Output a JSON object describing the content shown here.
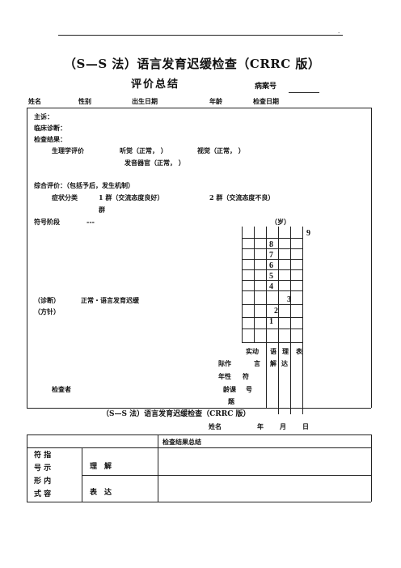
{
  "header": {
    "mark": "."
  },
  "doc": {
    "title": "（S—S 法）语言发育迟缓检查（CRRC 版）",
    "subtitle": "评价总结",
    "record_label": "病案号"
  },
  "info_row": [
    "姓名",
    "性别",
    "出生日期",
    "年龄",
    "检查日期"
  ],
  "body": {
    "complaint": "主诉：",
    "diagnosis": "临床诊断：",
    "results": "检查结果：",
    "physio_label": "生理学评价",
    "hearing": "听觉（正常，   ）",
    "vision": "视觉（正常，   ）",
    "speech_organ": "发音器官（正常，   ）",
    "overall": "综合评价：（包括予后，发生机制）",
    "symptom_label": "症状分类",
    "group1": "1 群（交流态度良好）",
    "group2": "2 群（交流态度不良）",
    "group_tail": "群",
    "symbol_stage": "符号阶段",
    "symbol_dashes": "---",
    "age_unit": "（岁）",
    "scale": [
      "9",
      "8",
      "7",
      "6",
      "5",
      "4",
      "3",
      "2",
      "1"
    ],
    "diagnosis_label": "（诊断）",
    "diagnosis_value": "正常・语言发育迟缓",
    "plan_label": "（方针）",
    "col_headers": {
      "a": "实动",
      "b": "语",
      "c": "理",
      "d": "表"
    },
    "col_row2": [
      "际作",
      "言",
      "解",
      "达"
    ],
    "col_row3": [
      "年性",
      "符"
    ],
    "col_row4": [
      "龄课",
      "号"
    ],
    "col_row5": [
      "题"
    ],
    "examiner": "检查者"
  },
  "footer_doc": {
    "title": "（S—S 法）语言发育迟缓检查（CRRC 版）",
    "name_label": "姓名",
    "year": "年",
    "month": "月",
    "day": "日"
  },
  "summary_table": {
    "header": "检查结果总结",
    "left_col": [
      "符 指",
      "号 示",
      "形 内",
      "式 容"
    ],
    "rows": [
      "理　解",
      "表　达"
    ]
  }
}
